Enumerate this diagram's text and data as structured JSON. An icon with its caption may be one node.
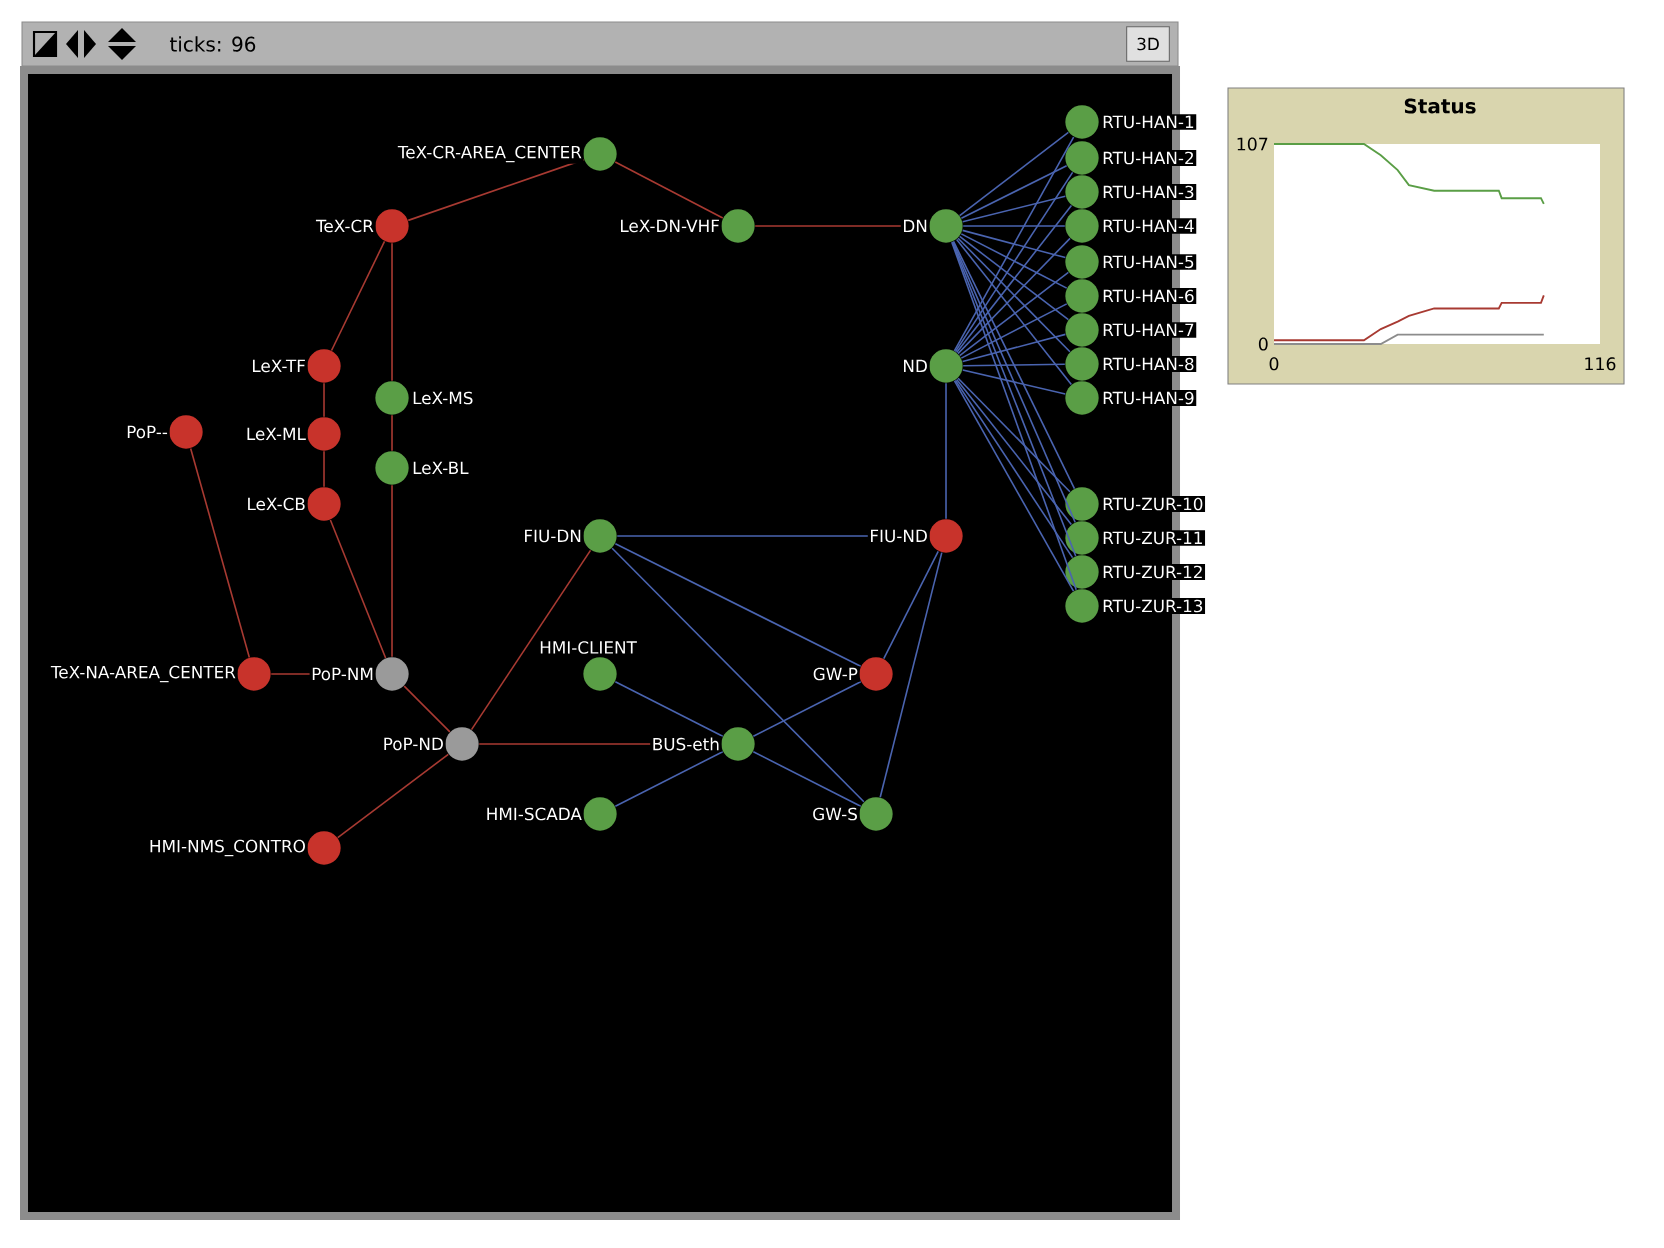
{
  "diagram": {
    "nodes": [
      {
        "text": [
          "TeX-CR-AREA_CENTER"
        ]
      },
      {
        "text": [
          "TeX-CR"
        ]
      },
      {
        "text": [
          "LeX-DN-VHF"
        ]
      },
      {
        "text": [
          "DN"
        ]
      },
      {
        "text": [
          "LeX-TF"
        ]
      },
      {
        "text": [
          "LeX-MS"
        ]
      },
      {
        "text": [
          "LeX-ML"
        ]
      },
      {
        "text": [
          "LeX-BL"
        ]
      },
      {
        "text": [
          "LeX-CB"
        ]
      },
      {
        "text": [
          "PoP--"
        ]
      },
      {
        "text": [
          "ND"
        ]
      },
      {
        "text": [
          "RTU-HAN-1"
        ]
      },
      {
        "text": [
          "RTU-HAN-2"
        ]
      },
      {
        "text": [
          "RTU-HAN-3"
        ]
      },
      {
        "text": [
          "RTU-HAN-4"
        ]
      },
      {
        "text": [
          "RTU-HAN-5"
        ]
      },
      {
        "text": [
          "RTU-HAN-6"
        ]
      },
      {
        "text": [
          "RTU-HAN-7"
        ]
      },
      {
        "text": [
          "RTU-HAN-8"
        ]
      },
      {
        "text": [
          "RTU-HAN-9"
        ]
      },
      {
        "text": [
          "RTU-ZUR-10"
        ]
      },
      {
        "text": [
          "RTU-ZUR-11"
        ]
      },
      {
        "text": [
          "RTU-ZUR-12"
        ]
      },
      {
        "text": [
          "RTU-ZUR-13"
        ]
      },
      {
        "text": [
          "FIU-DN"
        ]
      },
      {
        "text": [
          "FIU-ND"
        ]
      },
      {
        "text": [
          "TeX-NA-AREA_CENTER"
        ]
      },
      {
        "text": [
          "PoP-NM"
        ]
      },
      {
        "text": [
          "HMI-CLIENT"
        ]
      },
      {
        "text": [
          "GW-P"
        ]
      },
      {
        "text": [
          "PoP-ND"
        ]
      },
      {
        "text": [
          "BUS-eth"
        ]
      },
      {
        "text": [
          "HMI-SCADA"
        ]
      },
      {
        "text": [
          "GW-S"
        ]
      },
      {
        "text": [
          "HMI-NMS_CONTRO"
        ]
      }
    ],
    "edges": [
      {
        "from": 0,
        "to": 1,
        "arrow": "none",
        "color": "#a83a32"
      },
      {
        "from": 0,
        "to": 2,
        "arrow": "none",
        "color": "#a83a32"
      },
      {
        "from": 2,
        "to": 3,
        "arrow": "none",
        "color": "#a83a32"
      },
      {
        "from": 1,
        "to": 4,
        "arrow": "none",
        "color": "#a83a32"
      },
      {
        "from": 1,
        "to": 5,
        "arrow": "none",
        "color": "#a83a32"
      },
      {
        "from": 5,
        "to": 7,
        "arrow": "none",
        "color": "#a83a32"
      },
      {
        "from": 7,
        "to": 27,
        "arrow": "none",
        "color": "#a83a32"
      },
      {
        "from": 4,
        "to": 6,
        "arrow": "none",
        "color": "#a83a32"
      },
      {
        "from": 6,
        "to": 8,
        "arrow": "none",
        "color": "#a83a32"
      },
      {
        "from": 8,
        "to": 27,
        "arrow": "none",
        "color": "#a83a32"
      },
      {
        "from": 9,
        "to": 26,
        "arrow": "none",
        "color": "#a83a32"
      },
      {
        "from": 26,
        "to": 27,
        "arrow": "none",
        "color": "#a83a32"
      },
      {
        "from": 27,
        "to": 30,
        "arrow": "none",
        "color": "#a83a32"
      },
      {
        "from": 30,
        "to": 24,
        "arrow": "none",
        "color": "#a83a32"
      },
      {
        "from": 30,
        "to": 31,
        "arrow": "none",
        "color": "#a83a32"
      },
      {
        "from": 30,
        "to": 34,
        "arrow": "none",
        "color": "#a83a32"
      },
      {
        "from": 3,
        "to": 11,
        "arrow": "none"
      },
      {
        "from": 3,
        "to": 12,
        "arrow": "none"
      },
      {
        "from": 3,
        "to": 13,
        "arrow": "none"
      },
      {
        "from": 3,
        "to": 14,
        "arrow": "none"
      },
      {
        "from": 3,
        "to": 15,
        "arrow": "none"
      },
      {
        "from": 3,
        "to": 16,
        "arrow": "none"
      },
      {
        "from": 3,
        "to": 17,
        "arrow": "none"
      },
      {
        "from": 3,
        "to": 18,
        "arrow": "none"
      },
      {
        "from": 3,
        "to": 19,
        "arrow": "none"
      },
      {
        "from": 3,
        "to": 20,
        "arrow": "none"
      },
      {
        "from": 3,
        "to": 21,
        "arrow": "none"
      },
      {
        "from": 3,
        "to": 22,
        "arrow": "none"
      },
      {
        "from": 3,
        "to": 23,
        "arrow": "none"
      },
      {
        "from": 10,
        "to": 11,
        "arrow": "none"
      },
      {
        "from": 10,
        "to": 12,
        "arrow": "none"
      },
      {
        "from": 10,
        "to": 13,
        "arrow": "none"
      },
      {
        "from": 10,
        "to": 14,
        "arrow": "none"
      },
      {
        "from": 10,
        "to": 15,
        "arrow": "none"
      },
      {
        "from": 10,
        "to": 16,
        "arrow": "none"
      },
      {
        "from": 10,
        "to": 17,
        "arrow": "none"
      },
      {
        "from": 10,
        "to": 18,
        "arrow": "none"
      },
      {
        "from": 10,
        "to": 19,
        "arrow": "none"
      },
      {
        "from": 10,
        "to": 20,
        "arrow": "none"
      },
      {
        "from": 10,
        "to": 21,
        "arrow": "none"
      },
      {
        "from": 10,
        "to": 22,
        "arrow": "none"
      },
      {
        "from": 10,
        "to": 23,
        "arrow": "none"
      },
      {
        "from": 10,
        "to": 25,
        "arrow": "none"
      },
      {
        "from": 24,
        "to": 25,
        "arrow": "none"
      },
      {
        "from": 24,
        "to": 29,
        "arrow": "none"
      },
      {
        "from": 24,
        "to": 33,
        "arrow": "none"
      },
      {
        "from": 25,
        "to": 29,
        "arrow": "none"
      },
      {
        "from": 25,
        "to": 33,
        "arrow": "none"
      },
      {
        "from": 28,
        "to": 31,
        "arrow": "none"
      },
      {
        "from": 31,
        "to": 29,
        "arrow": "none"
      },
      {
        "from": 31,
        "to": 33,
        "arrow": "none"
      },
      {
        "from": 32,
        "to": 31,
        "arrow": "none"
      }
    ],
    "labels": [
      "ticks: 96",
      "3D"
    ],
    "chart_data": {
      "type": "line",
      "title": "Status",
      "x": [
        0,
        32,
        38,
        44,
        48,
        57,
        80,
        81,
        95,
        96
      ],
      "series": [
        {
          "color": "#5a9e46",
          "values": [
            107,
            107,
            101,
            93,
            85,
            82,
            82,
            78,
            78,
            75
          ]
        },
        {
          "color": "#a83a32",
          "values": [
            2,
            2,
            8,
            12,
            15,
            19,
            19,
            22,
            22,
            26
          ]
        },
        {
          "color": "#8c8c8c",
          "values": [
            0,
            0,
            0,
            5,
            5,
            5,
            5,
            5,
            5,
            5
          ]
        }
      ],
      "xlim": [
        0,
        116
      ],
      "ylim": [
        0,
        107
      ],
      "xticks": [
        0,
        116
      ],
      "yticks": [
        0,
        107
      ]
    }
  }
}
